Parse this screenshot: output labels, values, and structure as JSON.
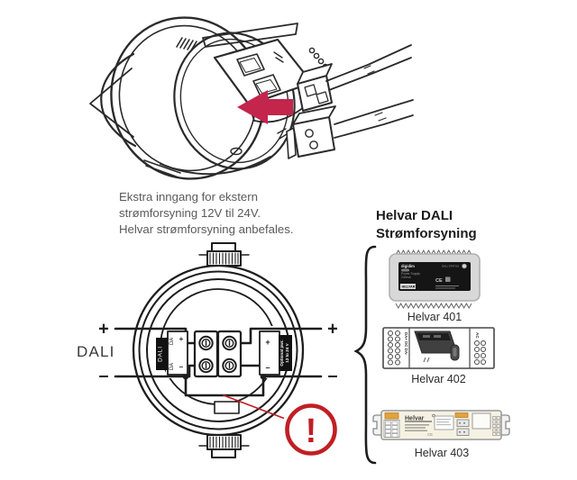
{
  "colors": {
    "arrow": "#c4254c",
    "warning": "#c01f24",
    "ink": "#1d1d1d"
  },
  "note": {
    "lines": [
      "Ekstra inngang for ekstern",
      "strømforsyning 12V til 24V.",
      "Helvar strømforsyning anbefales."
    ]
  },
  "psu_section": {
    "heading": [
      "Helvar DALI",
      "Strømforsyning"
    ],
    "products": [
      {
        "label": "Helvar 401",
        "panel": {
          "logo": "digidim",
          "status": "DALI STATUS",
          "desc": "Power Supply",
          "rating": "240mA",
          "ce_mark": "CE",
          "brand": "HELVAR"
        }
      },
      {
        "label": "Helvar 402",
        "left_terminals": "DA+ DC DA-",
        "right_terminals": "AC"
      },
      {
        "label": "Helvar 403",
        "brand": "Helvar",
        "ce_mark": "CE"
      }
    ]
  },
  "wiring": {
    "bus_label": "DALI",
    "plus": "+",
    "minus": "–",
    "dali_block": {
      "label": "DALI",
      "da_top": "DA",
      "da_bottom": "DA"
    },
    "optional_block": {
      "line1": "Optional pwr.",
      "line2": "12 to 24 V"
    },
    "warning_glyph": "!"
  }
}
